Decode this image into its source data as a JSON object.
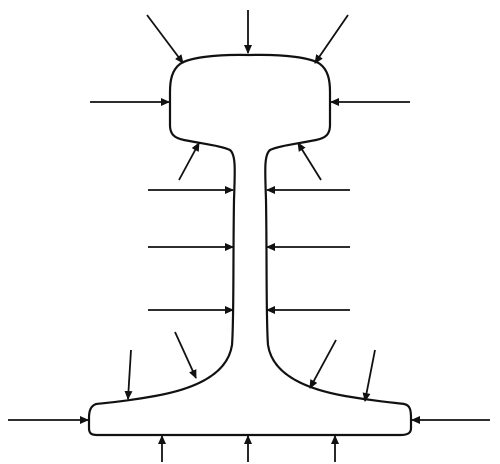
{
  "diagram": {
    "subject": "rail-cross-section",
    "colors": {
      "background": "#ffffff",
      "outline": "#111111",
      "arrow": "#111111"
    },
    "arrow_groups": [
      {
        "region": "head-top",
        "direction": "inward",
        "count": 3
      },
      {
        "region": "head-sides",
        "direction": "inward",
        "count": 2
      },
      {
        "region": "head-underside",
        "direction": "inward",
        "count": 2
      },
      {
        "region": "web-sides",
        "direction": "inward",
        "count": 6
      },
      {
        "region": "fillet-to-foot",
        "direction": "inward",
        "count": 4
      },
      {
        "region": "foot-ends",
        "direction": "inward",
        "count": 2
      },
      {
        "region": "foot-bottom",
        "direction": "inward",
        "count": 3
      }
    ]
  }
}
